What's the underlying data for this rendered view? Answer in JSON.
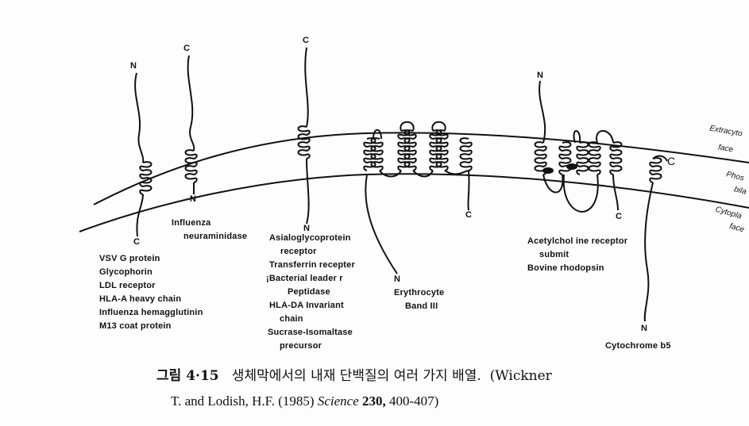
{
  "termini": {
    "n1": "N",
    "c1": "C",
    "c2": "C",
    "n2": "N",
    "c3": "C",
    "n3": "N",
    "n4": "N",
    "c4": "C",
    "n5": "N",
    "c5": "C",
    "c6": "C",
    "n6": "N"
  },
  "groups": {
    "type1": [
      "VSV G protein",
      "Glycophorin",
      "LDL receptor",
      "HLA-A heavy chain",
      "Influenza hemagglutinin",
      "M13 coat protein"
    ],
    "type2": [
      "Influenza",
      "neuraminidase"
    ],
    "type3": [
      "Asialoglycoprotein",
      "receptor",
      "Transferrin recepter",
      "¡Bacterial leader r",
      "Peptidase",
      "HLA-DA Invariant",
      "chain",
      "Sucrase-Isomaltase",
      "precursor"
    ],
    "band3": [
      "Erythrocyte",
      "Band III"
    ],
    "multi": [
      "Acetylchol ine receptor",
      "submit",
      "Bovine rhodopsin"
    ],
    "cyto": [
      "Cytochrome b5"
    ]
  },
  "side_labels": {
    "extra1": "Extracyto",
    "extra2": "face",
    "phos1": "Phos",
    "phos2": "bila",
    "cyto1": "Cytopla",
    "cyto2": "face"
  },
  "caption": {
    "figure": "그림 4·15",
    "title": "생체막에서의 내재 단백질의 여러 가지 배열.",
    "cite1": "(Wickner",
    "cite2_a": "T. and Lodish, H.F. (1985) ",
    "journal": "Science",
    "volume": " 230,",
    "pages": " 400-407)"
  }
}
